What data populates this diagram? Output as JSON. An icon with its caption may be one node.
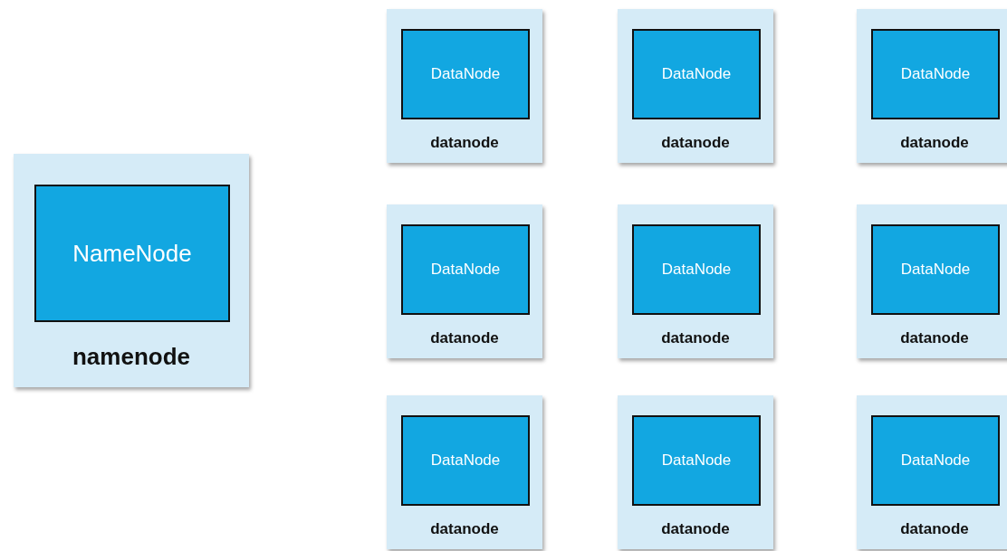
{
  "diagram": {
    "nodes": [
      {
        "text": [
          "namenode"
        ]
      },
      {
        "text": [
          "NameNode"
        ],
        "in": 0
      },
      {
        "text": [
          "datanode"
        ]
      },
      {
        "text": [
          "DataNode"
        ],
        "in": 2
      },
      {
        "text": [
          "datanode"
        ]
      },
      {
        "text": [
          "DataNode"
        ],
        "in": 4
      },
      {
        "text": [
          "datanode"
        ]
      },
      {
        "text": [
          "DataNode"
        ],
        "in": 6
      },
      {
        "text": [
          "datanode"
        ]
      },
      {
        "text": [
          "DataNode"
        ],
        "in": 8
      },
      {
        "text": [
          "datanode"
        ]
      },
      {
        "text": [
          "DataNode"
        ],
        "in": 10
      },
      {
        "text": [
          "datanode"
        ]
      },
      {
        "text": [
          "DataNode"
        ],
        "in": 12
      },
      {
        "text": [
          "datanode"
        ]
      },
      {
        "text": [
          "DataNode"
        ],
        "in": 14
      },
      {
        "text": [
          "datanode"
        ]
      },
      {
        "text": [
          "DataNode"
        ],
        "in": 16
      },
      {
        "text": [
          "datanode"
        ]
      },
      {
        "text": [
          "DataNode"
        ],
        "in": 18
      }
    ]
  }
}
